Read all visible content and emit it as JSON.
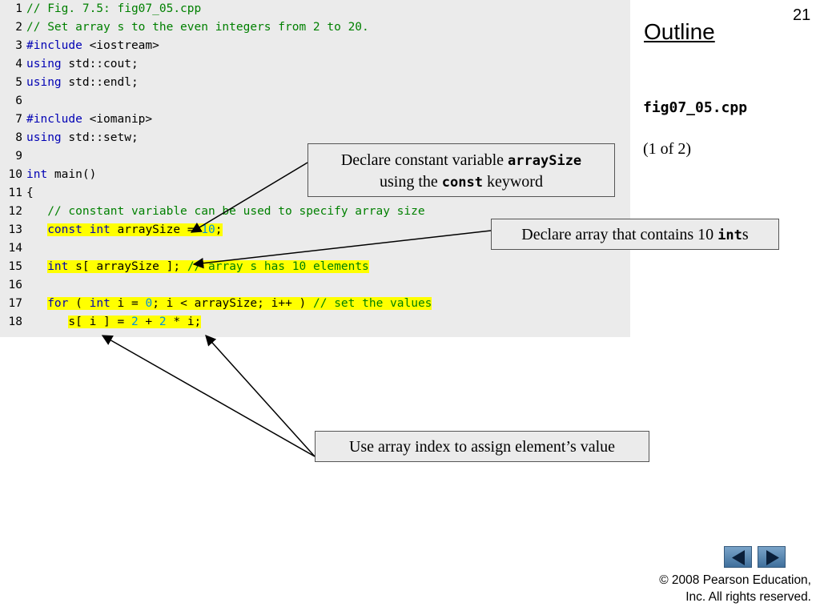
{
  "slide": {
    "number": "21",
    "outline_title": "Outline",
    "file_name": "fig07_05.cpp",
    "page_indicator": "(1 of 2)"
  },
  "code_lines": [
    {
      "n": "1",
      "hl": false,
      "tokens": [
        {
          "t": "// Fig. 7.5: fig07_05.cpp",
          "c": "comment"
        }
      ]
    },
    {
      "n": "2",
      "hl": false,
      "tokens": [
        {
          "t": "// Set array s to the even integers from 2 to 20.",
          "c": "comment"
        }
      ]
    },
    {
      "n": "3",
      "hl": false,
      "tokens": [
        {
          "t": "#include",
          "c": "keyword"
        },
        {
          "t": " <iostream>",
          "c": "plain"
        }
      ]
    },
    {
      "n": "4",
      "hl": false,
      "tokens": [
        {
          "t": "using",
          "c": "keyword"
        },
        {
          "t": " std::cout;",
          "c": "plain"
        }
      ]
    },
    {
      "n": "5",
      "hl": false,
      "tokens": [
        {
          "t": "using",
          "c": "keyword"
        },
        {
          "t": " std::endl;",
          "c": "plain"
        }
      ]
    },
    {
      "n": "6",
      "hl": false,
      "tokens": []
    },
    {
      "n": "7",
      "hl": false,
      "tokens": [
        {
          "t": "#include",
          "c": "keyword"
        },
        {
          "t": " <iomanip>",
          "c": "plain"
        }
      ]
    },
    {
      "n": "8",
      "hl": false,
      "tokens": [
        {
          "t": "using",
          "c": "keyword"
        },
        {
          "t": " std::setw;",
          "c": "plain"
        }
      ]
    },
    {
      "n": "9",
      "hl": false,
      "tokens": []
    },
    {
      "n": "10",
      "hl": false,
      "tokens": [
        {
          "t": "int",
          "c": "keyword"
        },
        {
          "t": " main()",
          "c": "plain"
        }
      ]
    },
    {
      "n": "11",
      "hl": false,
      "tokens": [
        {
          "t": "{",
          "c": "plain"
        }
      ]
    },
    {
      "n": "12",
      "hl": false,
      "tokens": [
        {
          "t": "   // constant variable can be used to specify array size",
          "c": "comment"
        }
      ]
    },
    {
      "n": "13",
      "hl": true,
      "tokens": [
        {
          "t": "   ",
          "c": "plain",
          "nohl": true
        },
        {
          "t": "const",
          "c": "keyword"
        },
        {
          "t": " ",
          "c": "plain"
        },
        {
          "t": "int",
          "c": "keyword"
        },
        {
          "t": " arraySize = ",
          "c": "plain"
        },
        {
          "t": "10",
          "c": "number"
        },
        {
          "t": ";",
          "c": "plain"
        }
      ]
    },
    {
      "n": "14",
      "hl": false,
      "tokens": []
    },
    {
      "n": "15",
      "hl": true,
      "tokens": [
        {
          "t": "   ",
          "c": "plain",
          "nohl": true
        },
        {
          "t": "int",
          "c": "keyword"
        },
        {
          "t": " s[ arraySize ]; ",
          "c": "plain"
        },
        {
          "t": "// array s has 10 elements",
          "c": "comment"
        }
      ]
    },
    {
      "n": "16",
      "hl": false,
      "tokens": []
    },
    {
      "n": "17",
      "hl": true,
      "tokens": [
        {
          "t": "   ",
          "c": "plain",
          "nohl": true
        },
        {
          "t": "for",
          "c": "keyword"
        },
        {
          "t": " ( ",
          "c": "plain"
        },
        {
          "t": "int",
          "c": "keyword"
        },
        {
          "t": " i = ",
          "c": "plain"
        },
        {
          "t": "0",
          "c": "number"
        },
        {
          "t": "; i < arraySize; i++ ) ",
          "c": "plain"
        },
        {
          "t": "// set the values",
          "c": "comment"
        }
      ]
    },
    {
      "n": "18",
      "hl": true,
      "tokens": [
        {
          "t": "      ",
          "c": "plain",
          "nohl": true
        },
        {
          "t": "s[ i ] = ",
          "c": "plain"
        },
        {
          "t": "2",
          "c": "number"
        },
        {
          "t": " + ",
          "c": "plain"
        },
        {
          "t": "2",
          "c": "number"
        },
        {
          "t": " * i;",
          "c": "plain"
        }
      ]
    }
  ],
  "callouts": {
    "c1": {
      "a": "Declare constant variable ",
      "b": "arraySize",
      "c": "using the ",
      "d": "const",
      "e": " keyword"
    },
    "c2": {
      "a": "Declare array that contains 10 ",
      "b": "int",
      "c": "s"
    },
    "c3": {
      "a": "Use array index to assign element’s value"
    }
  },
  "nav": {
    "prev_icon": "triangle-left-icon",
    "next_icon": "triangle-right-icon"
  },
  "copyright": {
    "line1": "© 2008 Pearson Education,",
    "line2": "Inc.  All rights reserved."
  },
  "colors": {
    "highlight": "#ffff00",
    "comment": "#008000",
    "keyword": "#0000b4",
    "number": "#0090e0",
    "panel": "#ebebeb"
  }
}
